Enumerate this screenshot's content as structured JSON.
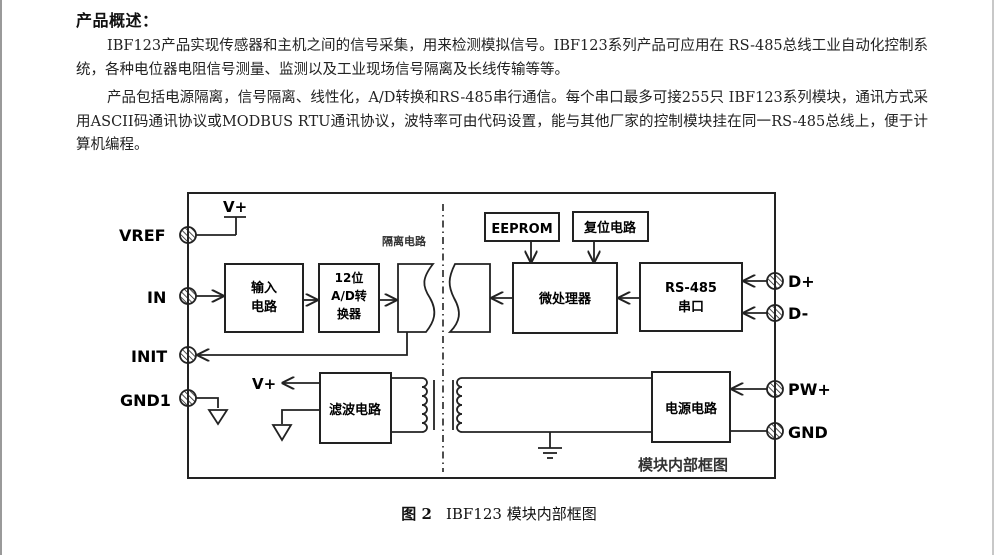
{
  "document": {
    "heading": "产品概述：",
    "paragraphs": [
      "IBF123产品实现传感器和主机之间的信号采集，用来检测模拟信号。IBF123系列产品可应用在 RS-485总线工业自动化控制系统，各种电位器电阻信号测量、监测以及工业现场信号隔离及长线传输等等。",
      "产品包括电源隔离，信号隔离、线性化，A/D转换和RS-485串行通信。每个串口最多可接255只 IBF123系列模块，通讯方式采用ASCII码通讯协议或MODBUS RTU通讯协议，波特率可由代码设置，能与其他厂家的控制模块挂在同一RS-485总线上，便于计算机编程。"
    ],
    "figure_caption": {
      "number": "图 2",
      "text": "IBF123 模块内部框图"
    }
  },
  "diagram": {
    "title": "模块内部框图",
    "terminals_left": {
      "vref": "VREF",
      "in": "IN",
      "init": "INIT",
      "gnd1": "GND1"
    },
    "terminals_right": {
      "dplus": "D+",
      "dminus": "D-",
      "pwplus": "PW+",
      "gnd": "GND"
    },
    "labels": {
      "vplus_top": "V+",
      "vplus_bottom": "V+",
      "isolation": "隔离电路"
    },
    "blocks": {
      "input_circuit": [
        "输入",
        "电路"
      ],
      "adc": [
        "12位",
        "A/D转",
        "换器"
      ],
      "eeprom": "EEPROM",
      "reset": "复位电路",
      "mcu": "微处理器",
      "rs485": [
        "RS-485",
        "串口"
      ],
      "filter": "滤波电路",
      "power": "电源电路"
    }
  }
}
